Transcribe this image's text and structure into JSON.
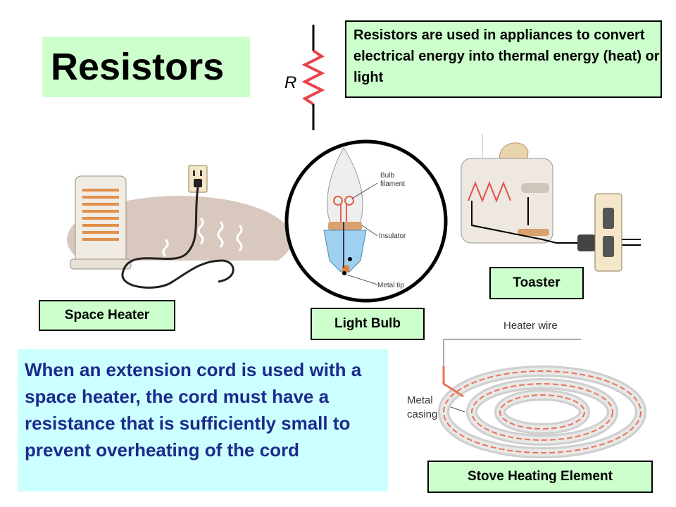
{
  "title": "Resistors",
  "resistor_symbol_label": "R",
  "top_note": "Resistors are used in appliances to convert electrical energy into thermal energy (heat) or light",
  "labels": {
    "space_heater": "Space Heater",
    "light_bulb": "Light Bulb",
    "toaster": "Toaster",
    "stove": "Stove Heating Element"
  },
  "bulb_callouts": {
    "filament": "Bulb filament",
    "insulator": "Insulator",
    "metal_tip": "Metal tip"
  },
  "stove_callouts": {
    "heater_wire": "Heater wire",
    "metal_casing": "Metal casing"
  },
  "bottom_note": "When an extension cord is used with a space heater, the cord must have a resistance that is sufficiently small to prevent overheating of the cord",
  "colors": {
    "label_bg": "#ccffcc",
    "note_bg": "#ccffff",
    "note_text": "#1c2b8c",
    "resistor": "#e8444a"
  }
}
